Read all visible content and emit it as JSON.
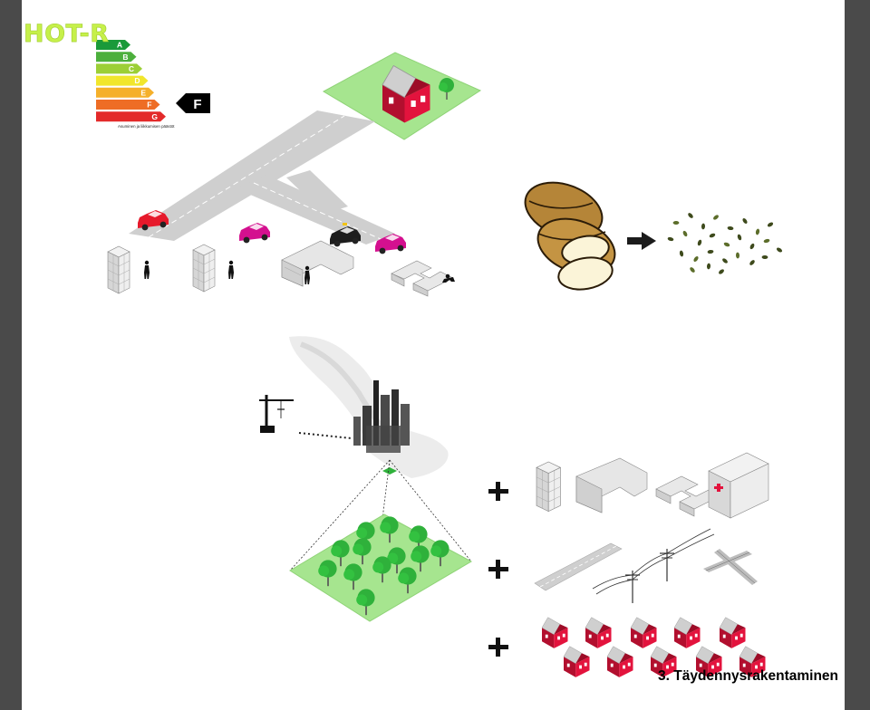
{
  "header": {
    "logo_text": "HOT-R"
  },
  "energy_rating": {
    "classes": [
      {
        "letter": "A",
        "color": "#1a9a3a"
      },
      {
        "letter": "B",
        "color": "#4caf3c"
      },
      {
        "letter": "C",
        "color": "#9ccf36"
      },
      {
        "letter": "D",
        "color": "#f1e62c"
      },
      {
        "letter": "E",
        "color": "#f5b02a"
      },
      {
        "letter": "F",
        "color": "#ee6d25"
      },
      {
        "letter": "G",
        "color": "#e32a2a"
      }
    ],
    "current": "F",
    "footnote": "Asuminen ja liikkumisen päästöt"
  },
  "caption": "3. Täydennysrakentaminen",
  "colors": {
    "grass": "#a6e58f",
    "tree": "#2fb13b",
    "house_red": "#e3133d",
    "road": "#cfcfcf",
    "car_red": "#e6192b",
    "car_magenta": "#d4108f",
    "building": "#e0e0e0"
  }
}
